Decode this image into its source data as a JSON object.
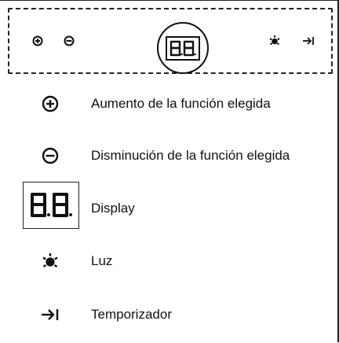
{
  "panel": {
    "display_text": "88"
  },
  "legend": {
    "items": [
      {
        "icon": "plus-circle-icon",
        "label": "Aumento de la función elegida"
      },
      {
        "icon": "minus-circle-icon",
        "label": "Disminución de la función elegida"
      },
      {
        "icon": "display-icon",
        "label": "Display"
      },
      {
        "icon": "light-icon",
        "label": "Luz"
      },
      {
        "icon": "timer-icon",
        "label": "Temporizador"
      }
    ]
  }
}
